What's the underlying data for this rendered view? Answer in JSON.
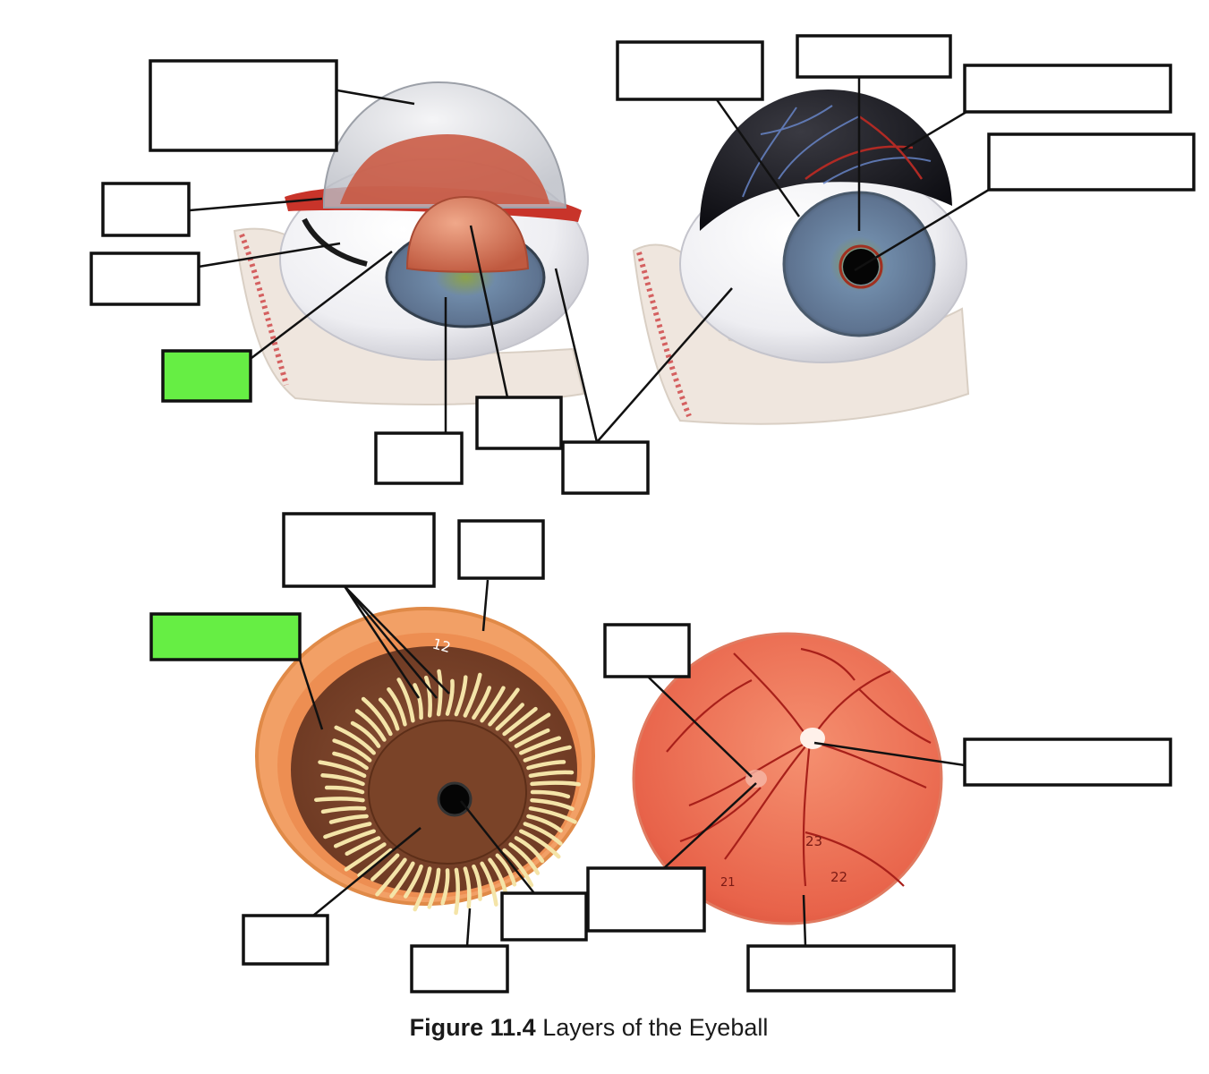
{
  "figure": {
    "caption_number": "Figure 11.4",
    "caption_text": " Layers of the Eyeball"
  },
  "colors": {
    "highlight_box": "#66ee44",
    "label_box_border": "#111111",
    "leader_line": "#111111",
    "sclera": "#f2f2f4",
    "cornea": "#d7dadf",
    "iris": "#6f87a3",
    "choroid_brown": "#7a4328",
    "retina_orange": "#ea6a4a",
    "ciliary_red": "#c83a2a",
    "socket_bone": "#ece4dc",
    "blood_vessel": "#a8201a"
  },
  "model_markings": {
    "choroid_number": "12",
    "retina_number_1": "23",
    "retina_number_2": "22",
    "retina_number_3": "21"
  }
}
